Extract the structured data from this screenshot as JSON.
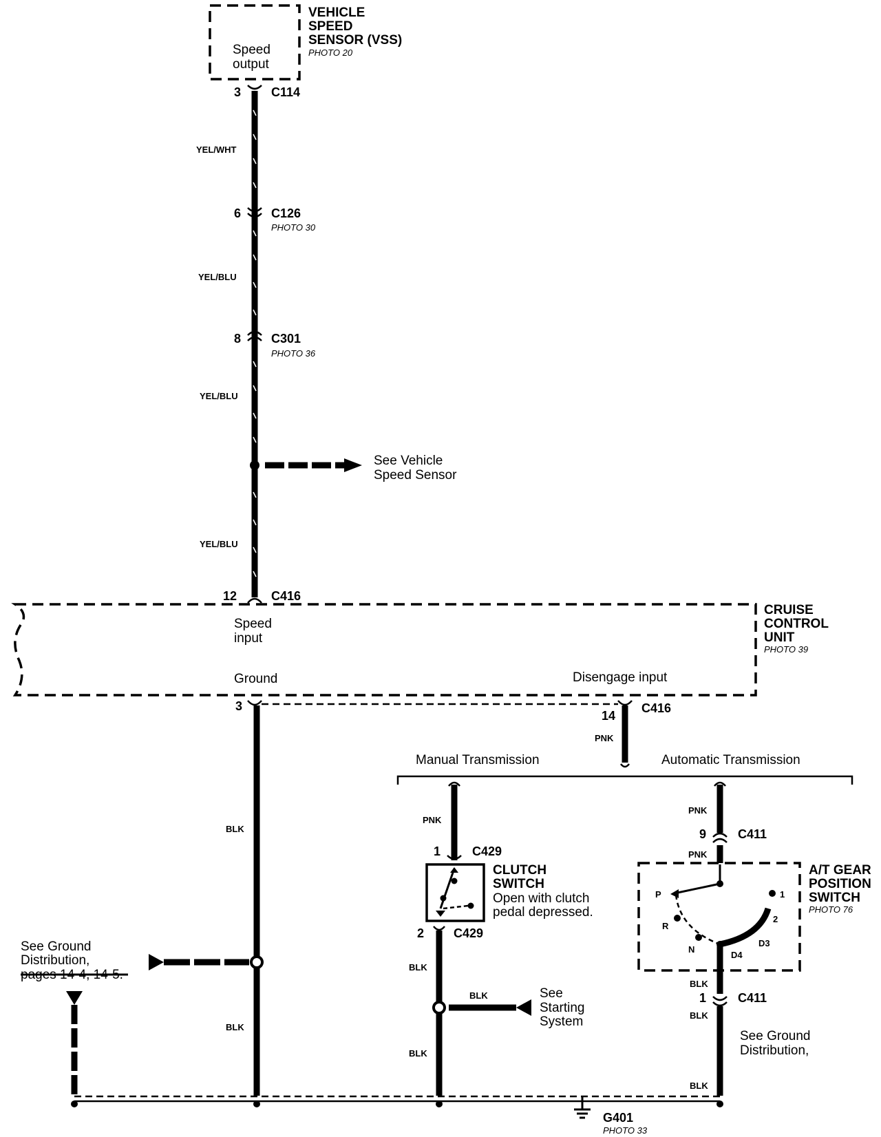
{
  "vss": {
    "title_lines": [
      "VEHICLE",
      "SPEED",
      "SENSOR (VSS)"
    ],
    "photo": "PHOTO 20",
    "inner_lines": [
      "Speed",
      "output"
    ]
  },
  "connectors": {
    "c114": {
      "pin": "3",
      "name": "C114"
    },
    "c126": {
      "pin": "6",
      "name": "C126",
      "photo": "PHOTO 30"
    },
    "c301": {
      "pin": "8",
      "name": "C301",
      "photo": "PHOTO 36"
    },
    "c416_top": {
      "pin": "12",
      "name": "C416"
    },
    "c416_bottom": {
      "pin": "14",
      "name": "C416"
    },
    "ground_pin": "3",
    "c429_top": {
      "pin": "1",
      "name": "C429"
    },
    "c429_bottom": {
      "pin": "2",
      "name": "C429"
    },
    "c411_top": {
      "pin": "9",
      "name": "C411"
    },
    "c411_bottom": {
      "pin": "1",
      "name": "C411"
    }
  },
  "wires": {
    "w1": "YEL/WHT",
    "w2": "YEL/BLU",
    "w3": "YEL/BLU",
    "w4": "YEL/BLU",
    "pnk_main": "PNK",
    "blk_ground_1": "BLK",
    "blk_ground_2": "BLK",
    "pnk_manual": "PNK",
    "blk_clutch_1": "BLK",
    "blk_clutch_2": "BLK",
    "blk_starting": "BLK",
    "pnk_at_1": "PNK",
    "pnk_at_2": "PNK",
    "blk_at_1": "BLK",
    "blk_at_2": "BLK",
    "blk_at_3": "BLK"
  },
  "see_vss": [
    "See Vehicle",
    "Speed Sensor"
  ],
  "ccu": {
    "title_lines": [
      "CRUISE",
      "CONTROL",
      "UNIT"
    ],
    "photo": "PHOTO 39",
    "speed_input": [
      "Speed",
      "input"
    ],
    "ground": "Ground",
    "disengage": "Disengage input"
  },
  "transmission": {
    "manual": "Manual Transmission",
    "automatic": "Automatic Transmission"
  },
  "clutch": {
    "title_lines": [
      "CLUTCH",
      "SWITCH"
    ],
    "note_lines": [
      "Open with clutch",
      "pedal depressed."
    ]
  },
  "at_switch": {
    "title_lines": [
      "A/T GEAR",
      "POSITION",
      "SWITCH"
    ],
    "photo": "PHOTO 76",
    "positions": {
      "p": "P",
      "r": "R",
      "n": "N",
      "d4": "D4",
      "d3": "D3",
      "two": "2",
      "one": "1"
    }
  },
  "see_ground_left": [
    "See Ground",
    "Distribution,",
    "pages 14-4, 14-5."
  ],
  "see_starting": [
    "See",
    "Starting",
    "System"
  ],
  "see_ground_right": [
    "See Ground",
    "Distribution,"
  ],
  "ground": {
    "name": "G401",
    "photo": "PHOTO 33"
  }
}
